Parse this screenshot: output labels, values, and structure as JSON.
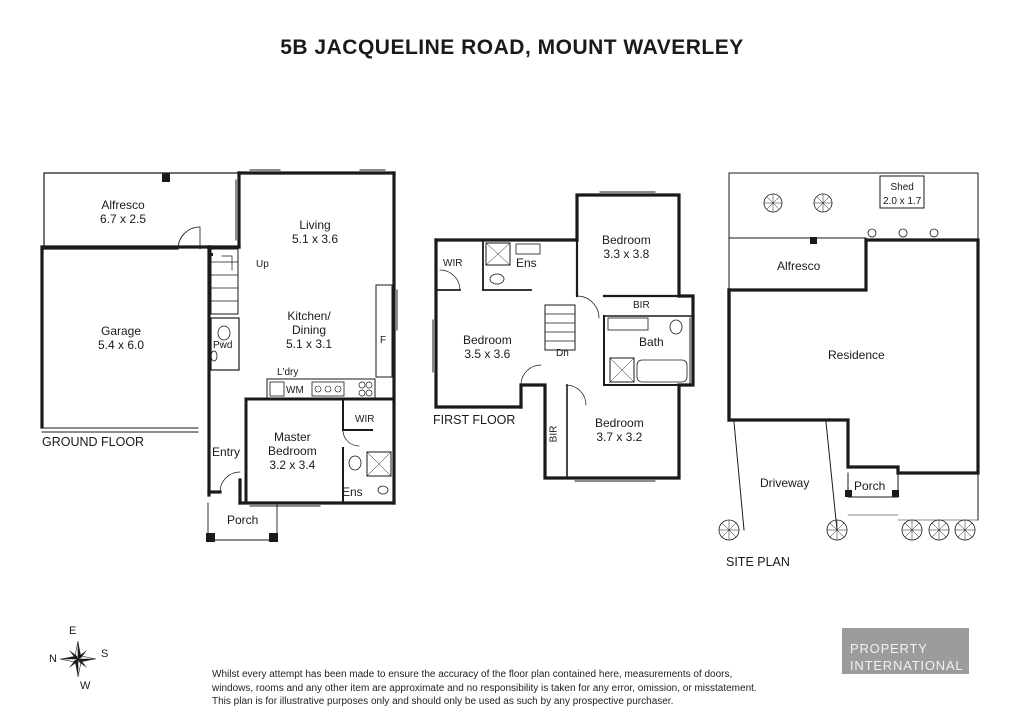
{
  "title": "5B JACQUELINE ROAD, MOUNT WAVERLEY",
  "ground_floor": {
    "label": "GROUND FLOOR",
    "alfresco": {
      "name": "Alfresco",
      "dim": "6.7 x 2.5"
    },
    "garage": {
      "name": "Garage",
      "dim": "5.4 x 6.0"
    },
    "living": {
      "name": "Living",
      "dim": "5.1 x 3.6"
    },
    "kitchen": {
      "name": "Kitchen/",
      "name2": "Dining",
      "dim": "5.1 x 3.1"
    },
    "up": "Up",
    "pwd": "Pwd",
    "laundry": "L'dry",
    "wm": "WM",
    "f": "F",
    "master": {
      "name": "Master",
      "name2": "Bedroom",
      "dim": "3.2 x 3.4"
    },
    "wir": "WIR",
    "ens": "Ens",
    "entry": "Entry",
    "porch": "Porch"
  },
  "first_floor": {
    "label": "FIRST FLOOR",
    "wir": "WIR",
    "ens": "Ens",
    "bedroom1": {
      "name": "Bedroom",
      "dim": "3.5 x 3.6"
    },
    "bedroom2": {
      "name": "Bedroom",
      "dim": "3.3 x 3.8"
    },
    "bir1": "BIR",
    "bath": "Bath",
    "dn": "Dn",
    "bir2": "BIR",
    "bedroom3": {
      "name": "Bedroom",
      "dim": "3.7 x 3.2"
    }
  },
  "site_plan": {
    "label": "SITE PLAN",
    "shed": {
      "name": "Shed",
      "dim": "2.0 x 1.7"
    },
    "alfresco": "Alfresco",
    "residence": "Residence",
    "driveway": "Driveway",
    "porch": "Porch"
  },
  "compass": {
    "n": "N",
    "e": "E",
    "s": "S",
    "w": "W"
  },
  "disclaimer": [
    "Whilst every attempt has been made to ensure the accuracy of the floor plan contained here, measurements of doors,",
    "windows, rooms and any other item are approximate and no responsibility is taken for any error, omission, or misstatement.",
    "This plan is for illustrative purposes only and should only be used as such by any prospective purchaser."
  ],
  "brand": {
    "line1": "PROPERTY",
    "line2": "INTERNATIONAL"
  }
}
